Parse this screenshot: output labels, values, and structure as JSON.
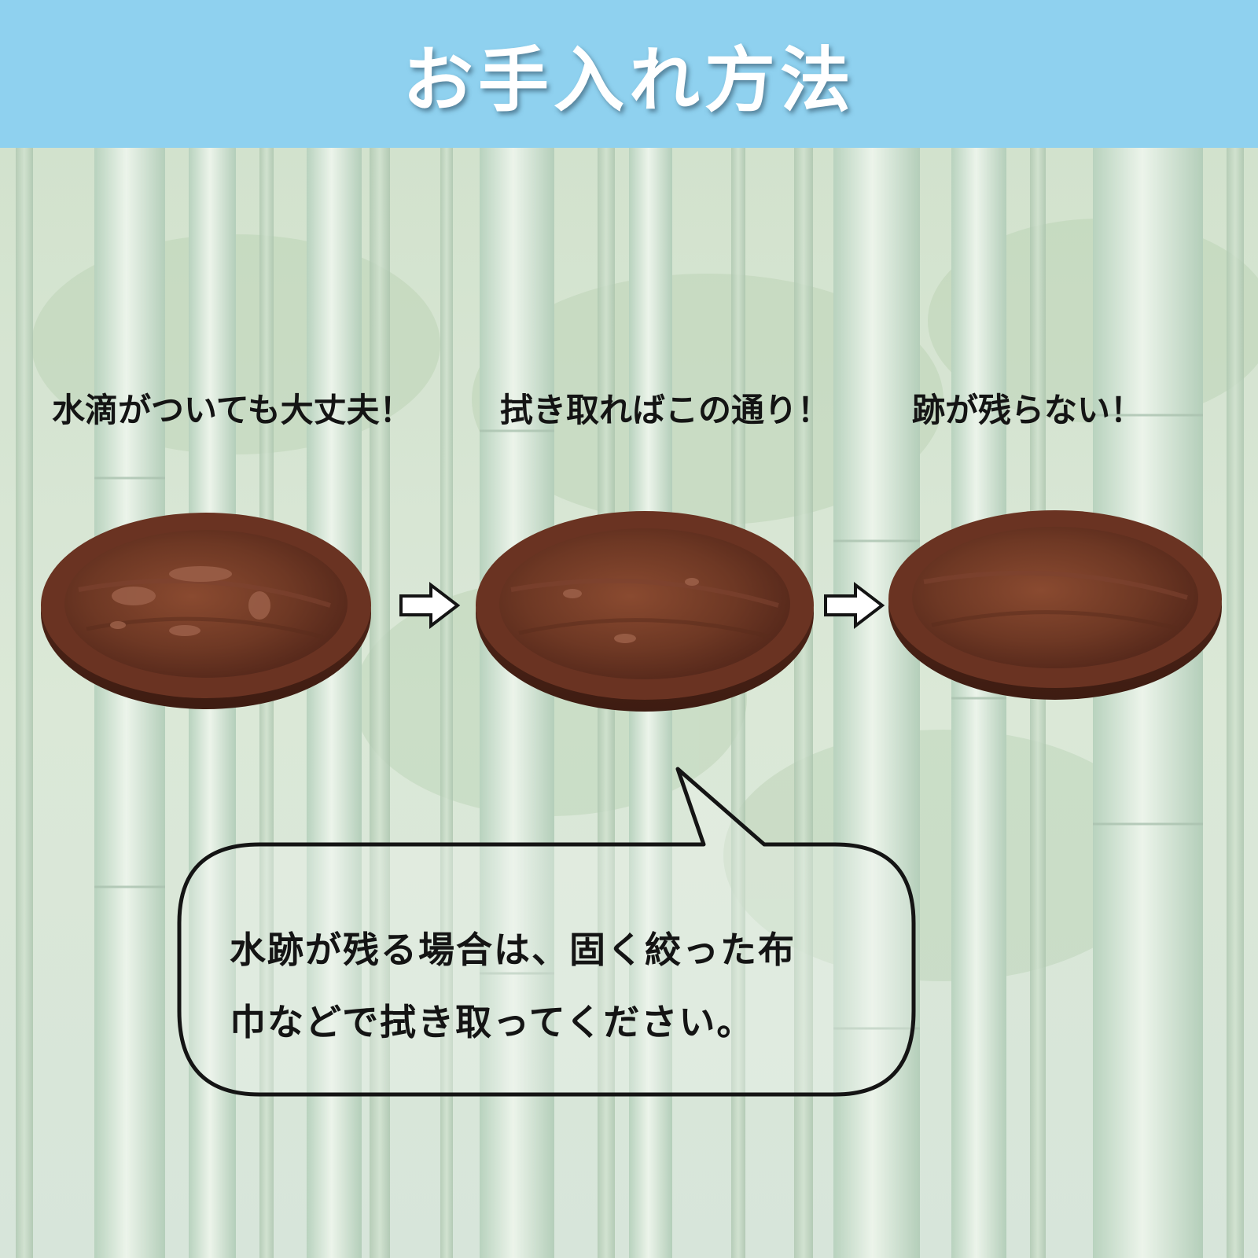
{
  "header": {
    "title": "お手入れ方法"
  },
  "steps": [
    {
      "caption": "水滴がついても大丈夫！"
    },
    {
      "caption": "拭き取ればこの通り！"
    },
    {
      "caption": "跡が残らない！"
    }
  ],
  "bubble": {
    "line1": "水跡が残る場合は、固く絞った布",
    "line2": "巾などで拭き取ってください。"
  },
  "colors": {
    "header_bg": "#8fd1ef",
    "header_text": "#ffffff",
    "wood": "#6b3524",
    "bamboo_bg": "#d7e6d2"
  }
}
